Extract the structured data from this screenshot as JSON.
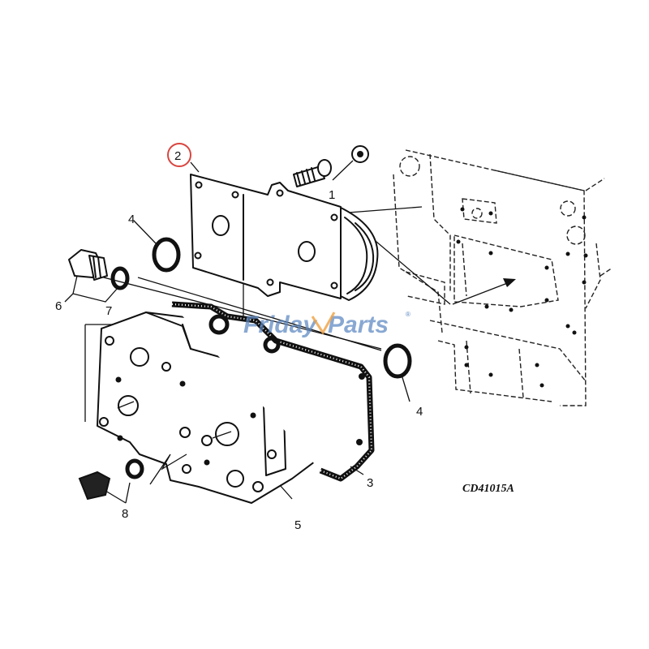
{
  "diagram": {
    "drawing_code": "CD41015A",
    "highlighted_callout": "2",
    "highlight_color": "#d9453f",
    "callouts": [
      {
        "id": "1",
        "label": "1",
        "part": "cap screw"
      },
      {
        "id": "2",
        "label": "2",
        "part": "oil cooler cover / housing"
      },
      {
        "id": "3",
        "label": "3",
        "part": "gasket"
      },
      {
        "id": "4a",
        "label": "4",
        "part": "o-ring (upper)"
      },
      {
        "id": "4b",
        "label": "4",
        "part": "o-ring (right)"
      },
      {
        "id": "5",
        "label": "5",
        "part": "oil filter base / adapter"
      },
      {
        "id": "6",
        "label": "6",
        "part": "plug"
      },
      {
        "id": "7",
        "label": "7",
        "part": "washer"
      },
      {
        "id": "8",
        "label": "8",
        "part": "plug with o-ring"
      }
    ]
  },
  "watermark": {
    "text_a": "Friday",
    "text_b": "Parts",
    "registered": "®",
    "color": "#5b87c2",
    "accent_color": "#f0a040"
  }
}
